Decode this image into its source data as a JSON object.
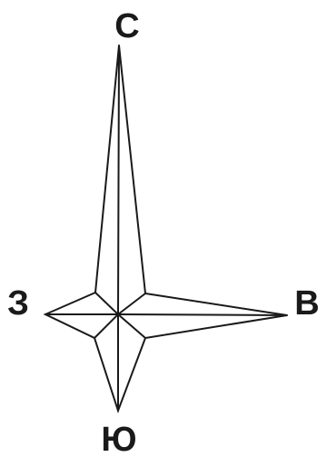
{
  "labels": {
    "north": "С",
    "south": "Ю",
    "west": "З",
    "east": "В"
  },
  "colors": {
    "ink": "#1a1a1a",
    "background": "#ffffff"
  }
}
